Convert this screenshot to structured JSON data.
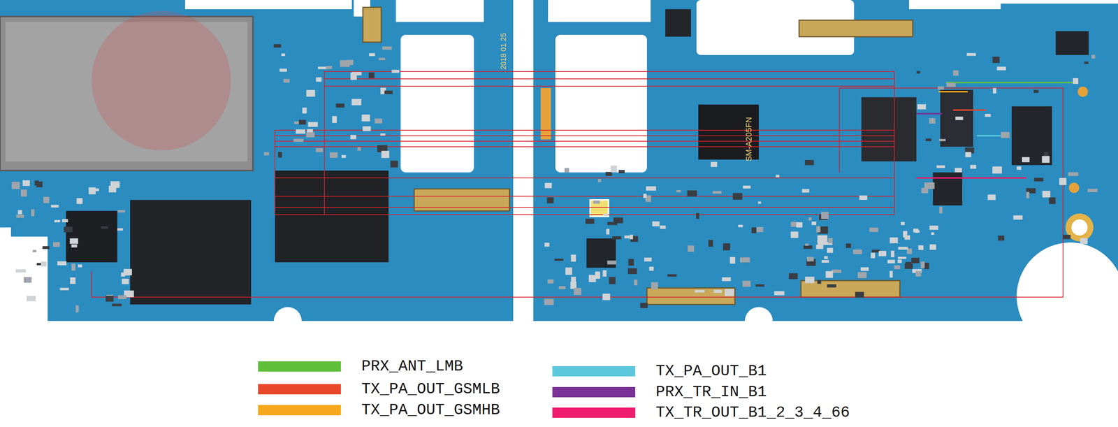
{
  "diagram": {
    "labels": [
      "2018 01 25",
      "SM-A205FN"
    ],
    "legend": [
      {
        "text": "PRX_ANT_LMB",
        "color": "#5fbf3a"
      },
      {
        "text": "TX_PA_OUT_GSMLB",
        "color": "#e8472a"
      },
      {
        "text": "TX_PA_OUT_GSMHB",
        "color": "#f5a81c"
      },
      {
        "text": "TX_PA_OUT_B1",
        "color": "#5bc8de"
      },
      {
        "text": "PRX_TR_IN_B1",
        "color": "#7b3296"
      },
      {
        "text": "TX_TR_OUT_B1_2_3_4_66",
        "color": "#ee1c6e"
      }
    ]
  }
}
